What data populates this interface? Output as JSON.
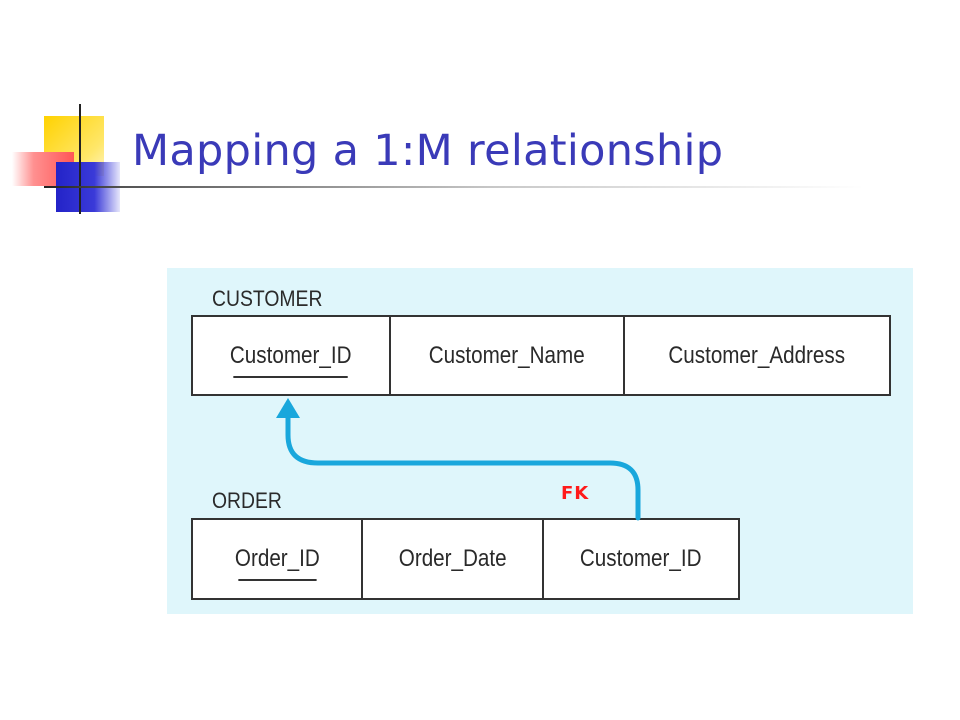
{
  "slide": {
    "title": "Mapping a 1:M relationship"
  },
  "diagram": {
    "customer": {
      "name": "CUSTOMER",
      "attributes": [
        "Customer_ID",
        "Customer_Name",
        "Customer_Address"
      ],
      "primary_key": "Customer_ID"
    },
    "order": {
      "name": "ORDER",
      "attributes": [
        "Order_ID",
        "Order_Date",
        "Customer_ID"
      ],
      "primary_key": "Order_ID"
    },
    "foreign_key_label": "FK",
    "relationship": {
      "from": "ORDER.Customer_ID",
      "to": "CUSTOMER.Customer_ID"
    }
  },
  "colors": {
    "title": "#3a3ab8",
    "panel_background": "#dff6fb",
    "arrow": "#19a7dc",
    "fk_label": "#ff1a1a"
  }
}
